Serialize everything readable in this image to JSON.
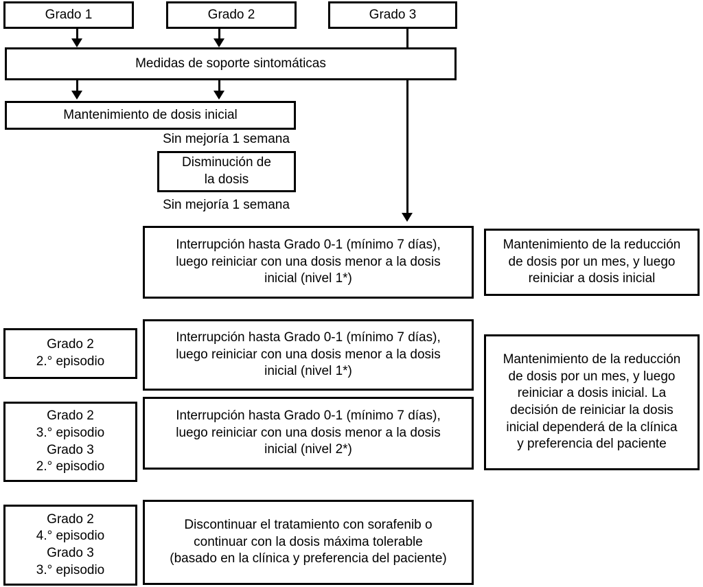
{
  "figure": {
    "kind": "clinical-management-flowchart",
    "language": "es",
    "background_color": "#ffffff",
    "line_color": "#000000"
  },
  "top_row": {
    "grade1": "Grado 1",
    "grade2": "Grado 2",
    "grade3": "Grado 3"
  },
  "support": {
    "label": "Medidas de soporte sintomáticas"
  },
  "maintenance": {
    "label": "Mantenimiento de dosis inicial"
  },
  "captions": {
    "no_improvement_1": "Sin mejoría 1 semana",
    "no_improvement_2": "Sin mejoría 1 semana"
  },
  "dose_reduction": {
    "label": "Disminución de\nla dosis"
  },
  "rows": [
    {
      "id": "row-1",
      "left_label": "",
      "middle_label": "Interrupción hasta Grado 0-1 (mínimo 7 días),\nluego reiniciar con una dosis menor a la dosis\ninicial (nivel 1*)",
      "right_label": "Mantenimiento de la reducción\nde dosis por un mes, y luego\nreiniciar a dosis inicial"
    },
    {
      "id": "row-2",
      "left_label": "Grado 2\n2.° episodio",
      "middle_label": "Interrupción hasta Grado 0-1 (mínimo 7 días),\nluego reiniciar con una dosis menor a la dosis\ninicial (nivel 1*)",
      "right_label": "Mantenimiento de la reducción\nde dosis por un mes, y luego\nreiniciar a dosis inicial. La\ndecisión de reiniciar la dosis\ninicial dependerá de la clínica\ny preferencia del paciente"
    },
    {
      "id": "row-3",
      "left_label": "Grado 2\n3.° episodio\nGrado 3\n2.° episodio",
      "middle_label": "Interrupción hasta Grado 0-1 (mínimo 7 días),\nluego reiniciar con una dosis menor a la dosis\ninicial (nivel 2*)",
      "right_label": ""
    },
    {
      "id": "row-4",
      "left_label": "Grado 2\n4.° episodio\nGrado 3\n3.° episodio",
      "middle_label": "Discontinuar el tratamiento con sorafenib o\ncontinuar con la dosis máxima tolerable\n(basado en la clínica y preferencia del paciente)",
      "right_label": ""
    }
  ]
}
